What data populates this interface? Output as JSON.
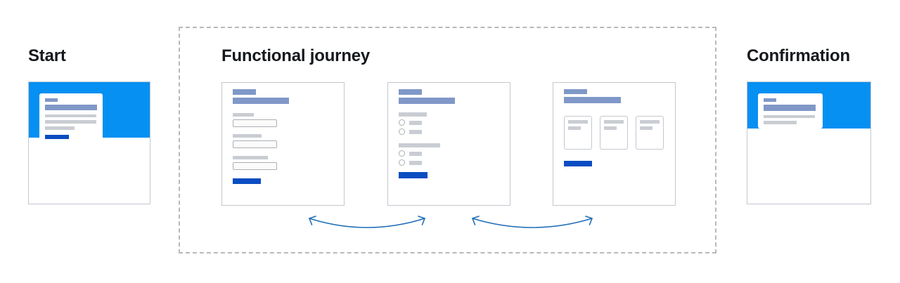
{
  "sections": {
    "start": {
      "label": "Start"
    },
    "functional_journey": {
      "label": "Functional journey"
    },
    "confirmation": {
      "label": "Confirmation"
    }
  },
  "colors": {
    "accent-blue": "#0690f2",
    "button-blue": "#0a4dc2",
    "muted-blue": "#8098c8",
    "placeholder-gray": "#c9cdd3",
    "border-gray": "#c2c8ce",
    "input-border": "#abafb4",
    "dash-border": "#b9b9b9",
    "arrow-blue": "#1f6eb7",
    "heading-text": "#15181c"
  }
}
